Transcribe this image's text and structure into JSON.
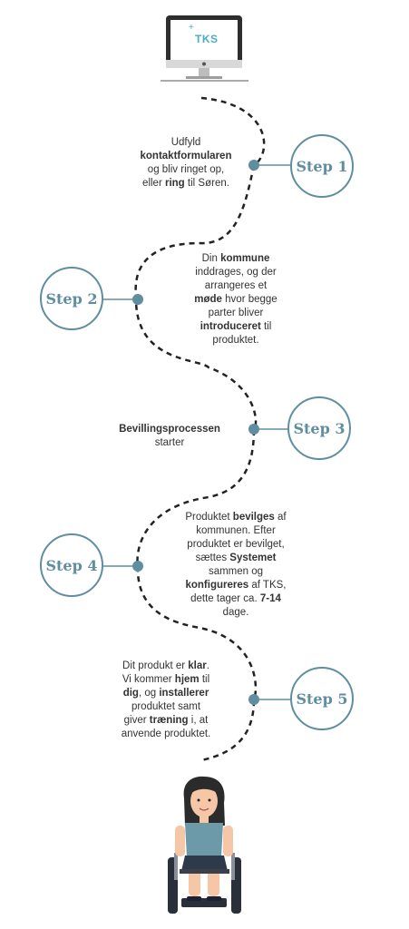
{
  "logo": {
    "text": "TKS"
  },
  "colors": {
    "accent": "#5e8ea0",
    "path": "#222222",
    "skin": "#f5c7a6",
    "shirt": "#6c9aa8",
    "hair": "#2b2b2b"
  },
  "steps": [
    {
      "label": "Step 1",
      "lines": [
        [
          {
            "t": "Udfyld",
            "b": false
          }
        ],
        [
          {
            "t": "kontaktformularen",
            "b": true
          }
        ],
        [
          {
            "t": "og bliv ringet op,",
            "b": false
          }
        ],
        [
          {
            "t": "eller ",
            "b": false
          },
          {
            "t": "ring",
            "b": true
          },
          {
            "t": " til Søren.",
            "b": false
          }
        ]
      ]
    },
    {
      "label": "Step 2",
      "lines": [
        [
          {
            "t": "Din ",
            "b": false
          },
          {
            "t": "kommune",
            "b": true
          }
        ],
        [
          {
            "t": "inddrages, og der",
            "b": false
          }
        ],
        [
          {
            "t": "arrangeres et",
            "b": false
          }
        ],
        [
          {
            "t": "møde",
            "b": true
          },
          {
            "t": " hvor begge",
            "b": false
          }
        ],
        [
          {
            "t": "parter bliver",
            "b": false
          }
        ],
        [
          {
            "t": "introduceret",
            "b": true
          },
          {
            "t": " til",
            "b": false
          }
        ],
        [
          {
            "t": "produktet.",
            "b": false
          }
        ]
      ]
    },
    {
      "label": "Step 3",
      "lines": [
        [
          {
            "t": "Bevillingsprocessen",
            "b": true
          }
        ],
        [
          {
            "t": "starter",
            "b": false
          }
        ]
      ]
    },
    {
      "label": "Step 4",
      "lines": [
        [
          {
            "t": "Produktet ",
            "b": false
          },
          {
            "t": "bevilges",
            "b": true
          },
          {
            "t": " af",
            "b": false
          }
        ],
        [
          {
            "t": "kommunen. Efter",
            "b": false
          }
        ],
        [
          {
            "t": "produktet er bevilget,",
            "b": false
          }
        ],
        [
          {
            "t": "sættes ",
            "b": false
          },
          {
            "t": "Systemet",
            "b": true
          }
        ],
        [
          {
            "t": "sammen og",
            "b": false
          }
        ],
        [
          {
            "t": "konfigureres",
            "b": true
          },
          {
            "t": " af TKS,",
            "b": false
          }
        ],
        [
          {
            "t": "dette tager ca. ",
            "b": false
          },
          {
            "t": "7-14",
            "b": true
          }
        ],
        [
          {
            "t": "dage.",
            "b": false
          }
        ]
      ]
    },
    {
      "label": "Step 5",
      "lines": [
        [
          {
            "t": "Dit produkt er ",
            "b": false
          },
          {
            "t": "klar",
            "b": true
          },
          {
            "t": ".",
            "b": false
          }
        ],
        [
          {
            "t": "Vi kommer ",
            "b": false
          },
          {
            "t": "hjem",
            "b": true
          },
          {
            "t": " til",
            "b": false
          }
        ],
        [
          {
            "t": "dig",
            "b": true
          },
          {
            "t": ", og ",
            "b": false
          },
          {
            "t": "installerer",
            "b": true
          }
        ],
        [
          {
            "t": "produktet samt",
            "b": false
          }
        ],
        [
          {
            "t": "giver ",
            "b": false
          },
          {
            "t": "træning",
            "b": true
          },
          {
            "t": " i, at",
            "b": false
          }
        ],
        [
          {
            "t": "anvende produktet.",
            "b": false
          }
        ]
      ]
    }
  ]
}
